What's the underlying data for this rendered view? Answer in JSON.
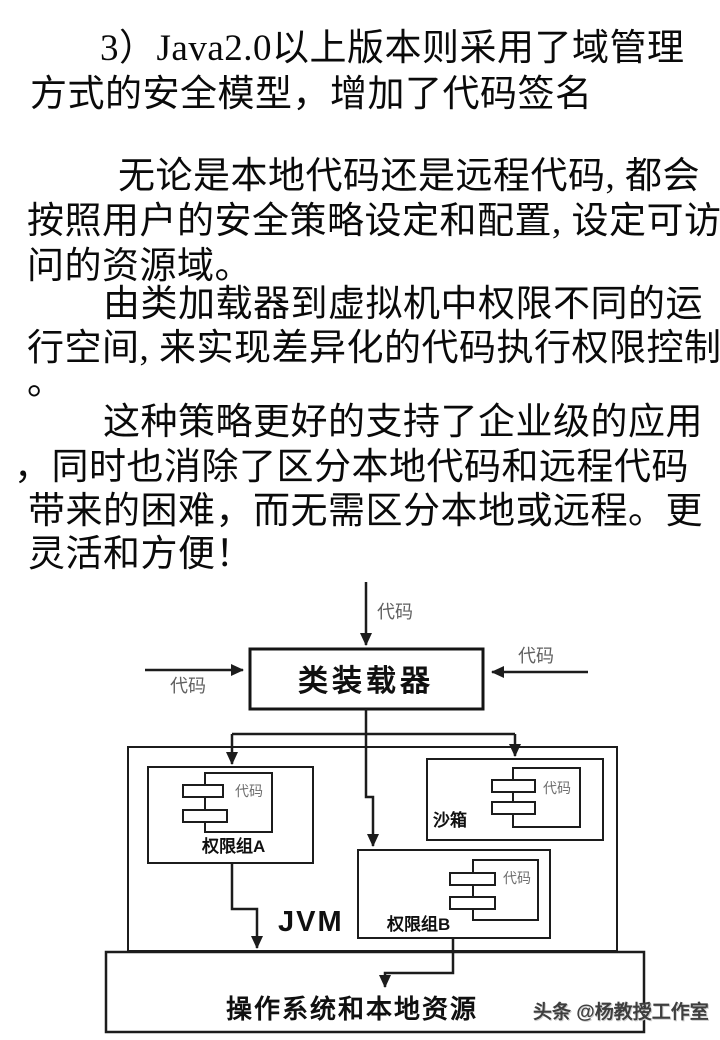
{
  "text_lines": [
    "3）Java2.0以上版本则采用了域管理",
    "方式的安全模型，增加了代码签名",
    "无论是本地代码还是远程代码, 都会",
    "按照用户的安全策略设定和配置, 设定可访",
    "问的资源域。",
    "由类加载器到虚拟机中权限不同的运",
    "行空间, 来实现差异化的代码执行权限控制",
    "。",
    "这种策略更好的支持了企业级的应用",
    "，同时也消除了区分本地代码和远程代码",
    "带来的困难，而无需区分本地或远程。更",
    "灵活和方便！"
  ],
  "diagram": {
    "arrow_labels": {
      "top": "代码",
      "left": "代码",
      "right": "代码"
    },
    "boxes": {
      "class_loader": "类装载器",
      "jvm": "JVM",
      "permission_group_a": "权限组A",
      "sandbox": "沙箱",
      "permission_group_b": "权限组B",
      "os_resources": "操作系统和本地资源"
    },
    "component_labels": {
      "a": "代码",
      "sandbox": "代码",
      "b": "代码"
    },
    "colors": {
      "line": "#1c1c1c",
      "gray_label": "#616161",
      "watermark": "#3e3e3e"
    }
  },
  "watermark": "头条 @杨教授工作室"
}
